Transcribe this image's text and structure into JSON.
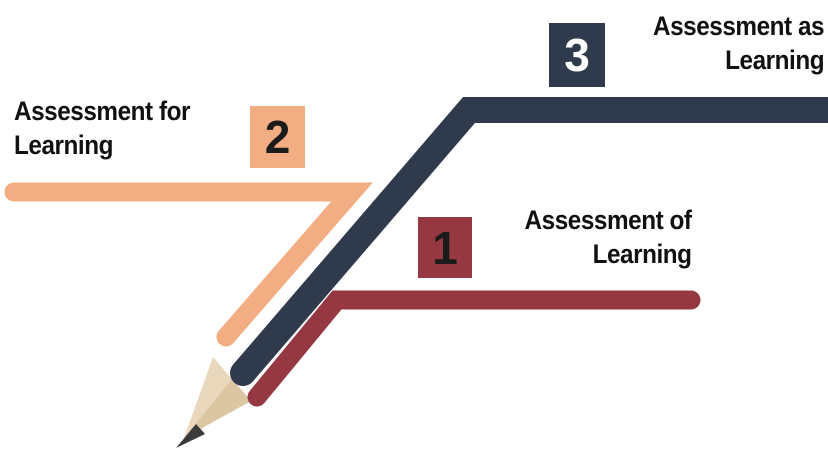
{
  "colors": {
    "step1": "#953842",
    "step2": "#f3ad83",
    "step3": "#2f3a4c",
    "pencil_wood": "#ead8bd",
    "pencil_wood_shade": "#dcc6a2",
    "pencil_lead": "#3a3a3a",
    "badge3_text": "#ffffff",
    "badge_text": "#1b1b1b"
  },
  "steps": [
    {
      "number": "1",
      "line1": "Assessment of",
      "line2": "Learning"
    },
    {
      "number": "2",
      "line1": "Assessment for",
      "line2": "Learning"
    },
    {
      "number": "3",
      "line1": "Assessment as",
      "line2": "Learning"
    }
  ]
}
